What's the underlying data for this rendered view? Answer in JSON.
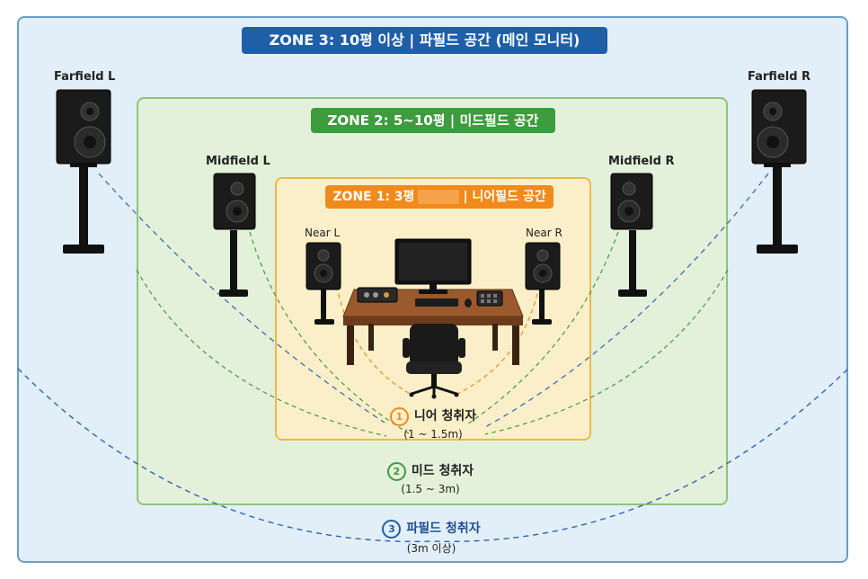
{
  "zones": {
    "zone3": {
      "title_prefix": "ZONE 3: 10평 이상 | 파필드 공간 (메인 모니터)",
      "color": "#1f5fa8"
    },
    "zone2": {
      "title": "ZONE 2: 5~10평 | 미드필드 공간",
      "color": "#3e9b3e"
    },
    "zone1": {
      "title_left": "ZONE 1: 3평",
      "title_right": "| 니어필드 공간",
      "color": "#f08a1a"
    }
  },
  "speakers": {
    "farfield_left": "Farfield L",
    "farfield_right": "Farfield R",
    "midfield_left": "Midfield L",
    "midfield_right": "Midfield R",
    "near_left": "Near L",
    "near_right": "Near R"
  },
  "listeners": {
    "near": {
      "number": "1",
      "title": "니어 청취자",
      "distance": "(1 ~ 1.5m)"
    },
    "mid": {
      "number": "2",
      "title": "미드 청취자",
      "distance": "(1.5 ~ 3m)"
    },
    "far": {
      "number": "3",
      "title": "파필드 청취자",
      "distance": "(3m 이상)"
    }
  },
  "icons": [
    "speaker-icon",
    "monitor-icon",
    "desk-icon",
    "chair-icon",
    "audio-interface-icon",
    "keyboard-icon",
    "mouse-icon",
    "midi-controller-icon"
  ]
}
